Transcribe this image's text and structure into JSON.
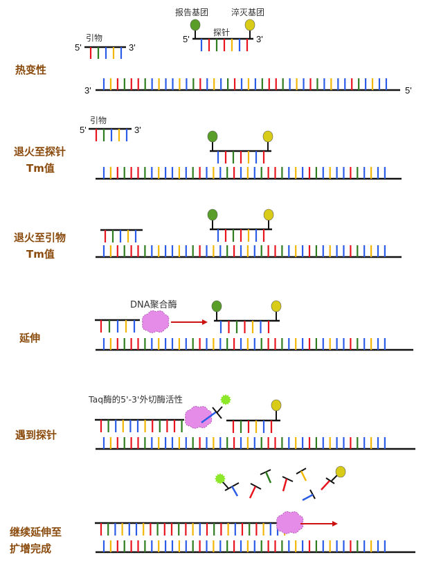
{
  "colors": {
    "blue": "#2a5ce8",
    "yellow": "#f2b705",
    "red": "#e8141e",
    "green": "#2e7d1e",
    "backbone": "#111111",
    "label": "#8a4a0c",
    "reporter": "#5a9e2a",
    "quencher": "#d8cc18",
    "released": "#8ee82a",
    "polymerase": "#e58ce8",
    "arrow": "#cc1111"
  },
  "template_sequence": [
    "b",
    "y",
    "r",
    "g",
    "r",
    "r",
    "g",
    "b",
    "y",
    "b",
    "b",
    "y",
    "b",
    "g",
    "r",
    "b",
    "y",
    "b",
    "g",
    "r",
    "b",
    "y",
    "b",
    "g",
    "r",
    "r",
    "g",
    "b",
    "y",
    "b",
    "r",
    "g",
    "b",
    "y",
    "b",
    "b",
    "r",
    "g",
    "b",
    "y",
    "b",
    "b"
  ],
  "primer_sequence": [
    "r",
    "g",
    "b",
    "y",
    "b"
  ],
  "probe_sequence": [
    "b",
    "r",
    "g",
    "r",
    "y",
    "b",
    "r"
  ],
  "labels": {
    "primer": "引物",
    "probe": "探针",
    "reporter": "报告基团",
    "quencher": "淬灭基团",
    "five_prime": "5'",
    "three_prime": "3'",
    "polymerase": "DNA聚合酶",
    "exonuclease": "Taq酶的5'-3'外切酶活性"
  },
  "steps": [
    {
      "line1": "热变性",
      "line2": ""
    },
    {
      "line1": "退火至探针",
      "line2": "Tm值"
    },
    {
      "line1": "退火至引物",
      "line2": "Tm值"
    },
    {
      "line1": "延伸",
      "line2": ""
    },
    {
      "line1": "遇到探针",
      "line2": ""
    },
    {
      "line1": "继续延伸至",
      "line2": "扩增完成"
    }
  ]
}
